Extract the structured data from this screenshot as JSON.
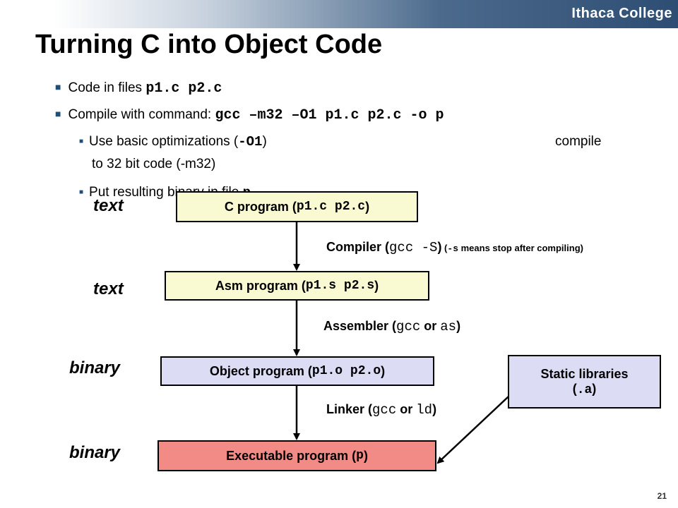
{
  "header": {
    "college": "Ithaca College"
  },
  "title": "Turning C into Object Code",
  "bullets": [
    {
      "text": "Code in files ",
      "code": "p1.c p2.c"
    },
    {
      "text": "Compile with command: ",
      "code": "gcc –m32 –O1 p1.c p2.c -o p"
    }
  ],
  "subbullets": {
    "sub1_a": "Use basic optimizations (",
    "sub1_code": "-O1",
    "sub1_b": ")",
    "sub1_c": "compile",
    "sub1_d": "to 32 bit code (-m32)",
    "sub2_a": "Put resulting binary in file ",
    "sub2_code": "p"
  },
  "side_labels": [
    "text",
    "text",
    "binary",
    "binary"
  ],
  "boxes": {
    "c_program": {
      "a": "C program (",
      "code": "p1.c p2.c",
      "b": ")"
    },
    "asm_program": {
      "a": "Asm program (",
      "code": "p1.s p2.s",
      "b": ")"
    },
    "object_program": {
      "a": "Object program (",
      "code": "p1.o p2.o",
      "b": ")"
    },
    "executable": {
      "a": "Executable program (",
      "code": "p",
      "b": ")"
    },
    "static_libraries": {
      "line1": "Static libraries",
      "a": "(",
      "code": ".a",
      "b": ")"
    }
  },
  "steps": {
    "compiler": {
      "a": "Compiler (",
      "code": "gcc -S",
      "b": ")",
      "note_a": " (",
      "note_code": "-s",
      "note_b": " means stop after compiling)"
    },
    "assembler": {
      "a": "Assembler (",
      "code1": "gcc",
      "mid": " or ",
      "code2": "as",
      "b": ")"
    },
    "linker": {
      "a": "Linker (",
      "code1": "gcc",
      "mid": " or ",
      "code2": "ld",
      "b": ")"
    }
  },
  "page_number": "21"
}
